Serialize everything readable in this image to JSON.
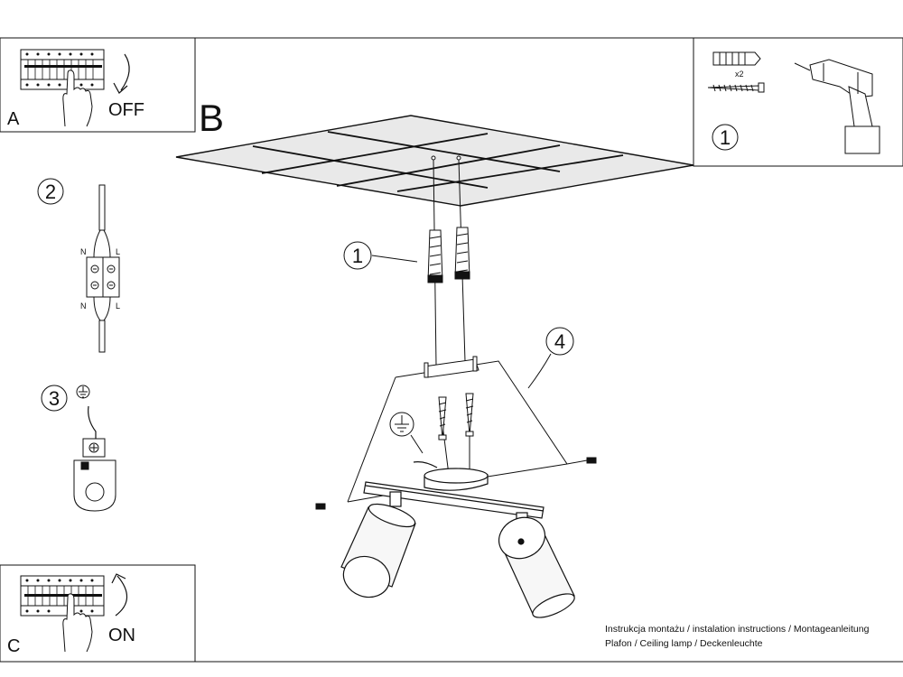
{
  "panels": {
    "a": {
      "letter": "A",
      "caption": "OFF"
    },
    "b": {
      "letter": "B"
    },
    "c": {
      "letter": "C",
      "caption": "ON"
    }
  },
  "steps": {
    "tools": {
      "number": "1",
      "quantity": "x2"
    },
    "wiring": {
      "number": "2",
      "terminal_left": "N",
      "terminal_right": "L"
    },
    "earth": {
      "number": "3"
    },
    "anchors": {
      "number": "1"
    },
    "fixture": {
      "number": "4"
    }
  },
  "footer": {
    "line1": "Instrukcja montażu / instalation instructions / Montageanleitung",
    "line2": "Plafon / Ceiling lamp / Deckenleuchte"
  },
  "colors": {
    "ink": "#111111",
    "paper": "#ffffff",
    "ceiling_fill": "#e9e9e9",
    "shade_fill": "#f7f7f7"
  }
}
